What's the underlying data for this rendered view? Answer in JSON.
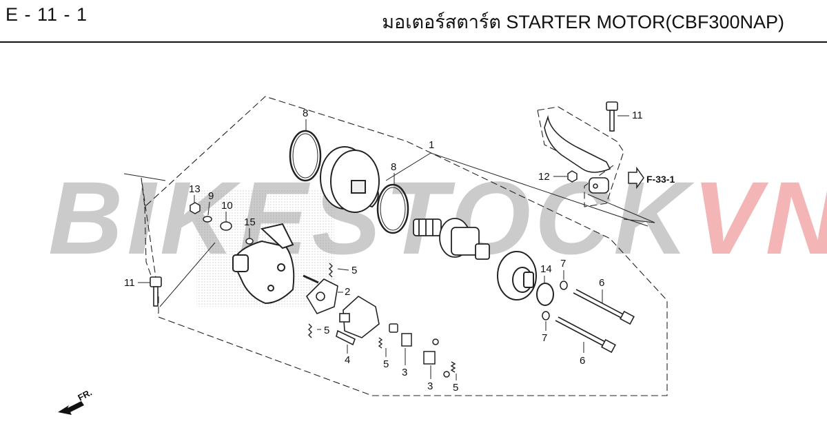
{
  "header": {
    "code": "E - 11 - 1",
    "title": "มอเตอร์สตาร์ต  STARTER MOTOR(CBF300NAP)"
  },
  "watermark": {
    "part_a": "BIKESTOCK",
    "part_b": "VN",
    "color_a": "#c9c9c9",
    "color_b": "#f3b2b2"
  },
  "reference": {
    "label": "F-33-1"
  },
  "direction": {
    "label": "FR."
  },
  "callouts": {
    "c1": "1",
    "c2": "2",
    "c3a": "3",
    "c3b": "3",
    "c4": "4",
    "c5a": "5",
    "c5b": "5",
    "c5c": "5",
    "c5d": "5",
    "c6a": "6",
    "c6b": "6",
    "c7a": "7",
    "c7b": "7",
    "c8a": "8",
    "c8b": "8",
    "c9": "9",
    "c10": "10",
    "c11a": "11",
    "c11b": "11",
    "c12": "12",
    "c13": "13",
    "c14": "14",
    "c15": "15"
  }
}
